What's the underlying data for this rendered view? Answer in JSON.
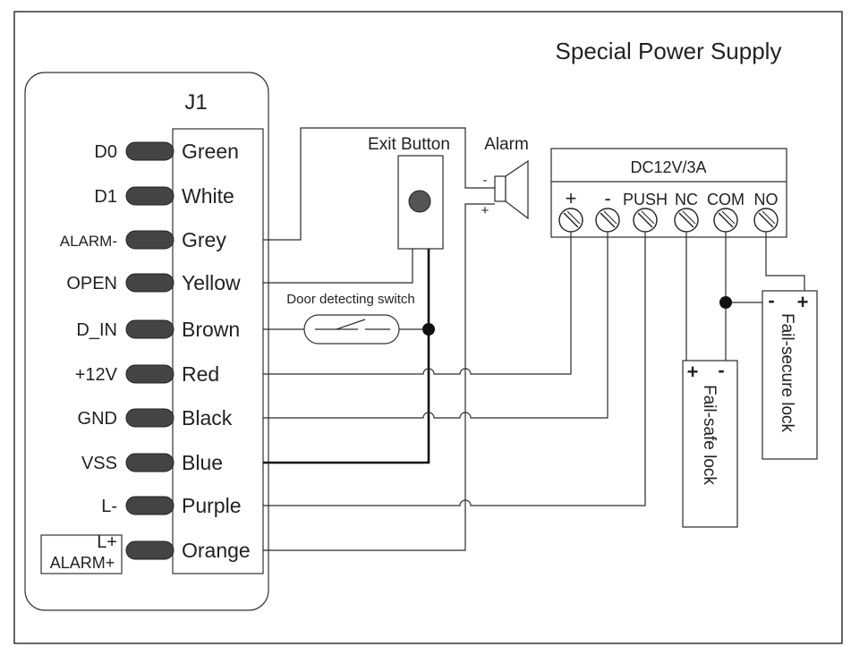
{
  "title": "Special Power Supply",
  "controller": {
    "name": "J1",
    "pins": [
      {
        "pin": "D0",
        "wire": "Green"
      },
      {
        "pin": "D1",
        "wire": "White"
      },
      {
        "pin": "ALARM-",
        "wire": "Grey"
      },
      {
        "pin": "OPEN",
        "wire": "Yellow"
      },
      {
        "pin": "D_IN",
        "wire": "Brown"
      },
      {
        "pin": "+12V",
        "wire": "Red"
      },
      {
        "pin": "GND",
        "wire": "Black"
      },
      {
        "pin": "VSS",
        "wire": "Blue"
      },
      {
        "pin": "L-",
        "wire": "Purple"
      },
      {
        "pin": "L+",
        "pin2": "ALARM+",
        "wire": "Orange"
      }
    ]
  },
  "components": {
    "exit_button": "Exit Button",
    "alarm": "Alarm",
    "alarm_minus": "-",
    "alarm_plus": "+",
    "door_switch": "Door detecting switch"
  },
  "power_supply": {
    "rating": "DC12V/3A",
    "terminals": [
      "+",
      "-",
      "PUSH",
      "NC",
      "COM",
      "NO"
    ]
  },
  "locks": {
    "fail_safe": {
      "label": "Fail-safe lock",
      "plus": "+",
      "minus": "-"
    },
    "fail_secure": {
      "label": "Fail-secure lock",
      "plus": "+",
      "minus": "-"
    }
  }
}
